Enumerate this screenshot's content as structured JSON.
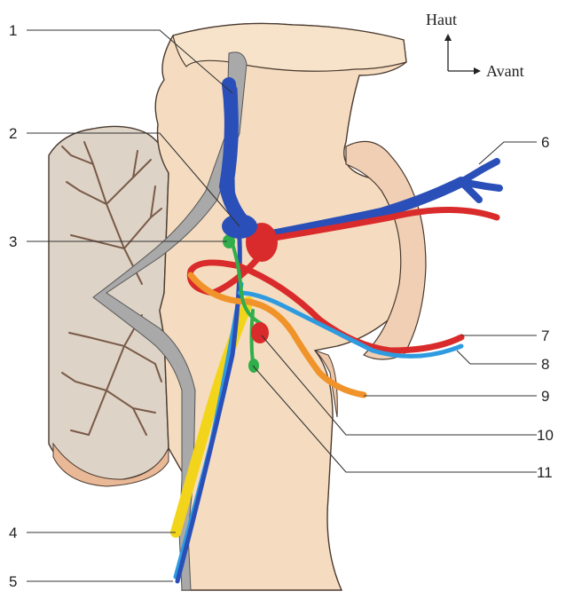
{
  "orientation": {
    "up_label": "Haut",
    "forward_label": "Avant"
  },
  "labels": [
    {
      "id": "1",
      "text": "1"
    },
    {
      "id": "2",
      "text": "2"
    },
    {
      "id": "3",
      "text": "3"
    },
    {
      "id": "4",
      "text": "4"
    },
    {
      "id": "5",
      "text": "5"
    },
    {
      "id": "6",
      "text": "6"
    },
    {
      "id": "7",
      "text": "7"
    },
    {
      "id": "8",
      "text": "8"
    },
    {
      "id": "9",
      "text": "9"
    },
    {
      "id": "10",
      "text": "10"
    },
    {
      "id": "11",
      "text": "11"
    }
  ],
  "colors": {
    "tissue": "#f5dcc0",
    "tissue_outline": "#4a3a30",
    "cerebellum": "#ddd3c6",
    "cerebellum_tree": "#7a5a48",
    "ventricle": "#a9a9aa",
    "vein": "#2a4fb8",
    "artery": "#d92b2b",
    "orange_vessel": "#f0932a",
    "light_blue_vessel": "#2e9be0",
    "green_vessel": "#2fae4a",
    "yellow_vessel": "#f2d51a"
  }
}
